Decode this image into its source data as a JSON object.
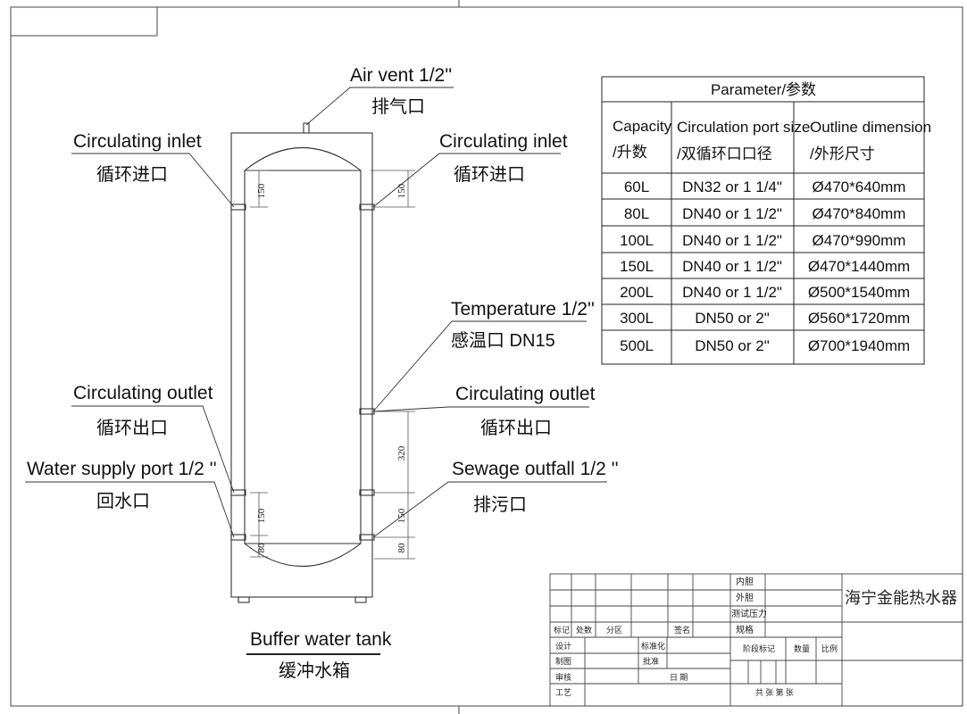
{
  "labels": {
    "air_vent": "Air vent  1/2''",
    "air_vent_cn": "排气口",
    "inlet_left": "Circulating inlet",
    "inlet_left_cn": "循环进口",
    "inlet_right": "Circulating inlet",
    "inlet_right_cn": "循环进口",
    "temperature": "Temperature  1/2''",
    "temperature_cn": "感温口 DN15",
    "outlet_left": "Circulating outlet",
    "outlet_left_cn": "循环出口",
    "outlet_right": "Circulating outlet",
    "outlet_right_cn": "循环出口",
    "water_supply": "Water supply port  1/2   ''",
    "water_supply_cn": "回水口",
    "sewage": "Sewage outfall  1/2  ''",
    "sewage_cn": "排污口",
    "caption": "Buffer water tank",
    "caption_cn": "缓冲水箱"
  },
  "dimensions": {
    "top_left": "150",
    "top_right": "150",
    "right_upper": "320",
    "bottom_left": "150",
    "bottom_right": "150",
    "foot_left": "80",
    "foot_right": "80"
  },
  "param_table": {
    "title": "Parameter/参数",
    "headers": [
      [
        "Capacity",
        "/升数"
      ],
      [
        "Circulation port size",
        "/双循环口口径"
      ],
      [
        "Outline dimension",
        "/外形尺寸"
      ]
    ],
    "rows": [
      [
        "60L",
        "DN32 or 1 1/4\"",
        "Ø470*640mm"
      ],
      [
        "80L",
        "DN40 or 1 1/2\"",
        "Ø470*840mm"
      ],
      [
        "100L",
        "DN40 or 1 1/2\"",
        "Ø470*990mm"
      ],
      [
        "150L",
        "DN40 or 1 1/2\"",
        "Ø470*1440mm"
      ],
      [
        "200L",
        "DN40 or 1 1/2\"",
        "Ø500*1540mm"
      ],
      [
        "300L",
        "DN50 or 2\"",
        "Ø560*1720mm"
      ],
      [
        "500L",
        "DN50 or 2\"",
        "Ø700*1940mm"
      ]
    ]
  },
  "title_block": {
    "company": "海宁金能热水器",
    "inner_liner": "内胆",
    "outer_liner": "外胆",
    "test_pressure": "测试压力",
    "spec": "规格",
    "row_mark": "标记",
    "row_count": "处数",
    "row_zone": "分区",
    "row_sign": "签名",
    "design": "设计",
    "standardize": "标准化",
    "stage_mark": "阶段标记",
    "quantity": "数量",
    "scale": "比例",
    "draw": "制图",
    "approve": "批准",
    "review": "审核",
    "date": "日    期",
    "process": "工艺",
    "sheets": "共    张    第    张"
  }
}
